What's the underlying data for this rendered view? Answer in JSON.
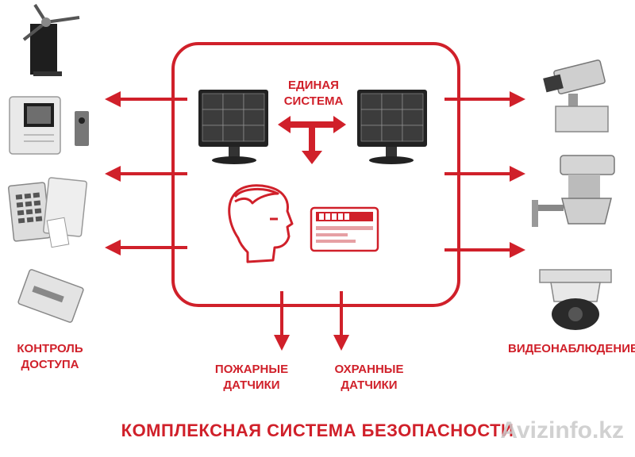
{
  "center_label": {
    "line1": "ЕДИНАЯ",
    "line2": "СИСТЕМА"
  },
  "left_group": {
    "line1": "КОНТРОЛЬ",
    "line2": "ДОСТУПА"
  },
  "right_group": {
    "label": "ВИДЕОНАБЛЮДЕНИЕ"
  },
  "bottom_left": {
    "line1": "ПОЖАРНЫЕ",
    "line2": "ДАТЧИКИ"
  },
  "bottom_right": {
    "line1": "ОХРАННЫЕ",
    "line2": "ДАТЧИКИ"
  },
  "title": "КОМПЛЕКСНАЯ СИСТЕМА БЕЗОПАСНОСТИ",
  "watermark": "Avizinfo.kz",
  "colors": {
    "accent": "#d0202a",
    "device": "#8a8a8a"
  },
  "icons": {
    "left": [
      "turnstile-icon",
      "intercom-icon",
      "keypad-reader-icon",
      "proximity-card-icon"
    ],
    "right": [
      "box-camera-icon",
      "ptz-camera-icon",
      "dome-camera-icon"
    ],
    "center": [
      "monitor-icon",
      "person-head-icon",
      "access-card-icon"
    ]
  }
}
